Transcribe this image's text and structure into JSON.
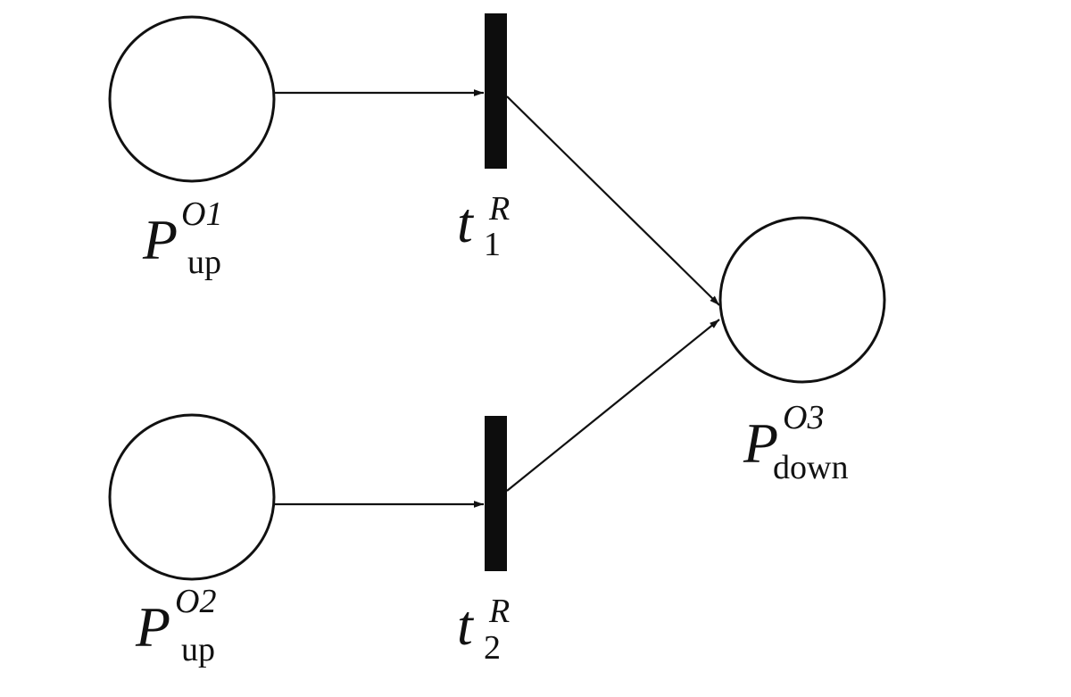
{
  "places": [
    {
      "id": "p_up_o1",
      "main": "P",
      "sup": "O1",
      "sub": "up"
    },
    {
      "id": "p_up_o2",
      "main": "P",
      "sup": "O2",
      "sub": "up"
    },
    {
      "id": "p_down_o3",
      "main": "P",
      "sup": "O3",
      "sub": "down"
    }
  ],
  "transitions": [
    {
      "id": "t1_r",
      "main": "t",
      "sup": "R",
      "sub": "1"
    },
    {
      "id": "t2_r",
      "main": "t",
      "sup": "R",
      "sub": "2"
    }
  ],
  "arcs": [
    {
      "from": "p_up_o1",
      "to": "t1_r"
    },
    {
      "from": "p_up_o2",
      "to": "t2_r"
    },
    {
      "from": "t1_r",
      "to": "p_down_o3"
    },
    {
      "from": "t2_r",
      "to": "p_down_o3"
    }
  ],
  "colors": {
    "ink": "#111111",
    "background": "#ffffff"
  }
}
